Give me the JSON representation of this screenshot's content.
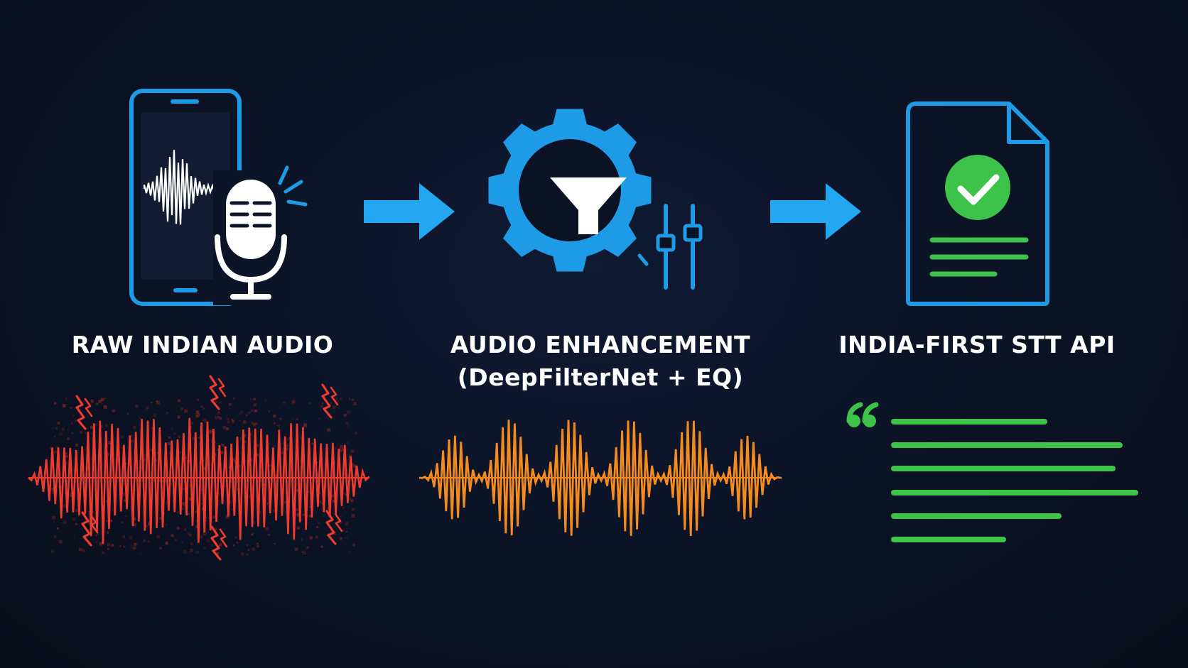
{
  "stages": [
    {
      "id": "raw",
      "title": "RAW INDIAN AUDIO"
    },
    {
      "id": "enhancement",
      "title": "AUDIO ENHANCEMENT",
      "subtitle": "(DeepFilterNet + EQ)"
    },
    {
      "id": "stt",
      "title": "INDIA-FIRST STT API"
    }
  ],
  "icons": {
    "raw": [
      "phone-icon",
      "waveform-icon",
      "microphone-icon"
    ],
    "enhancement": [
      "gear-icon",
      "filter-funnel-icon",
      "equalizer-sliders-icon"
    ],
    "stt": [
      "document-icon",
      "check-circle-icon",
      "quote-icon"
    ]
  },
  "colors": {
    "background": "#0b1224",
    "accent_blue": "#1e9be6",
    "arrow_blue": "#22a7f0",
    "noisy_wave": "#ef3b2d",
    "clean_wave": "#f58a1f",
    "success_green": "#3dc34a",
    "text": "#ffffff"
  }
}
